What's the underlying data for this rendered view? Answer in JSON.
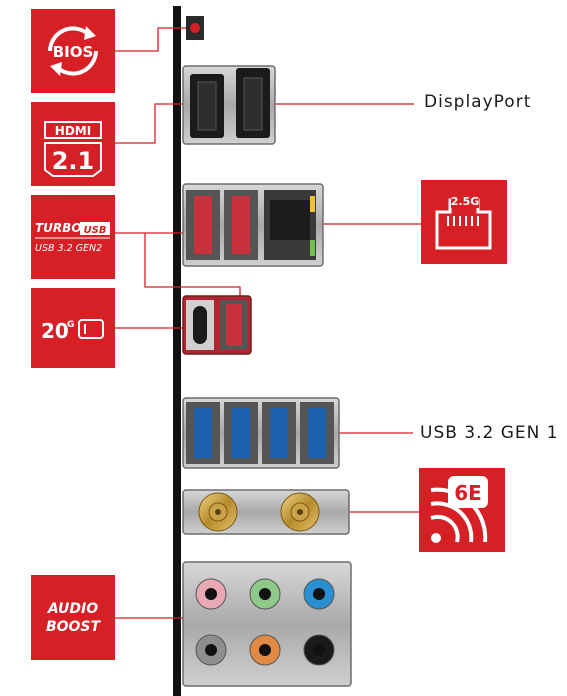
{
  "panel": {
    "bios_badge": {
      "text": "BIOS",
      "color": "#d71f26"
    },
    "hdmi_badge": {
      "logo_text": "HDMI",
      "version": "2.1"
    },
    "turbo_badge": {
      "line1": "TURBO",
      "usb_mark": "USB",
      "line2": "USB 3.2 GEN2"
    },
    "usbc_badge": {
      "speed": "20",
      "superscript": "G"
    },
    "lan_badge": {
      "speed": "2.5G"
    },
    "wifi_badge": {
      "text": "6E"
    },
    "audio_badge": {
      "line1": "AUDIO",
      "line2": "BOOST"
    }
  },
  "labels": {
    "displayport": "DisplayPort",
    "usb_gen1": "USB 3.2 GEN 1"
  },
  "colors": {
    "brand_red": "#d71f26",
    "usb_gen1_blue": "#1f5fb0",
    "usb_red": "#c8323c",
    "chassis_metal": "#b7b7b7",
    "bracket_black": "#111111"
  },
  "audio_jacks": [
    {
      "color": "#e8a8b4"
    },
    {
      "color": "#8ec989"
    },
    {
      "color": "#2a8fd0"
    },
    {
      "color": "#8e8e8e"
    },
    {
      "color": "#e08a46"
    },
    {
      "color": "#1a1a1a"
    }
  ]
}
